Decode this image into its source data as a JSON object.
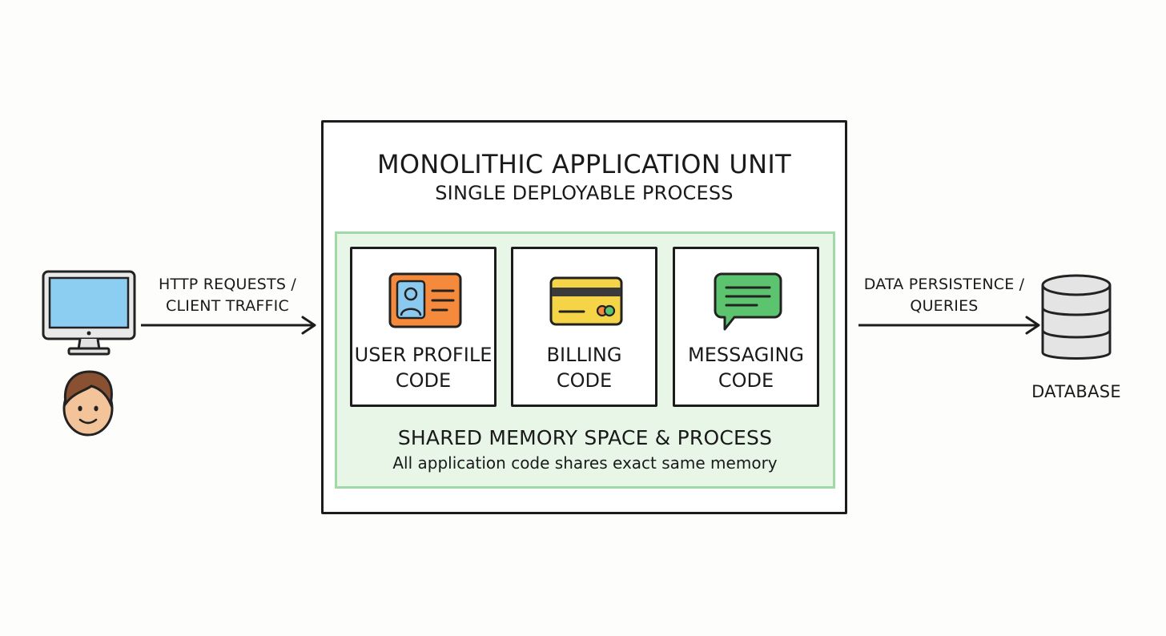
{
  "client": {
    "monitor_icon": "desktop-monitor-icon",
    "user_icon": "user-face-icon"
  },
  "edges": {
    "client_to_monolith": {
      "line1": "HTTP REQUESTS /",
      "line2": "CLIENT TRAFFIC"
    },
    "monolith_to_database": {
      "line1": "DATA PERSISTENCE /",
      "line2": "QUERIES"
    }
  },
  "monolith": {
    "title": "MONOLITHIC APPLICATION UNIT",
    "subtitle": "SINGLE DEPLOYABLE PROCESS",
    "modules": [
      {
        "line1": "USER PROFILE",
        "line2": "CODE",
        "icon": "id-card-icon",
        "color": "#f58a3c"
      },
      {
        "line1": "BILLING",
        "line2": "CODE",
        "icon": "credit-card-icon",
        "color": "#f5d547"
      },
      {
        "line1": "MESSAGING",
        "line2": "CODE",
        "icon": "chat-bubble-icon",
        "color": "#5cc46e"
      }
    ],
    "shared": {
      "title": "SHARED MEMORY SPACE & PROCESS",
      "description": "All application code shares exact same memory",
      "color": "#e7f6e7",
      "border_color": "#9fd9a5"
    }
  },
  "database": {
    "label": "DATABASE",
    "icon": "database-cylinder-icon"
  }
}
